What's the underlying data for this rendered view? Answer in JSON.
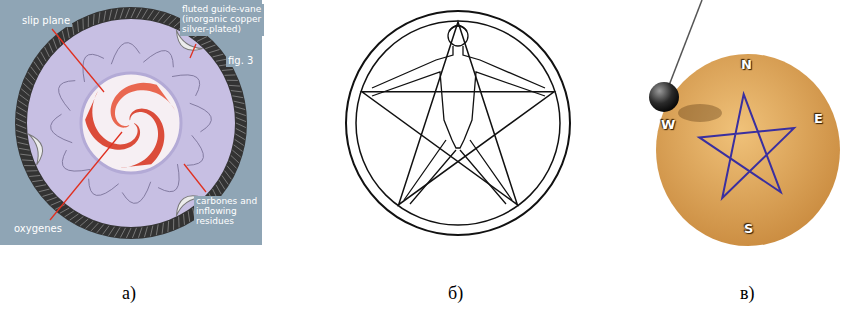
{
  "diagram": {
    "labels": [
      "slip plane",
      "fluted guide-vane (inorganic copper silver-plated)",
      "fig. 3",
      "oxygenes",
      "carbones and inflowing residues",
      "N",
      "E",
      "S",
      "W",
      "а)",
      "б)",
      "в)"
    ]
  }
}
